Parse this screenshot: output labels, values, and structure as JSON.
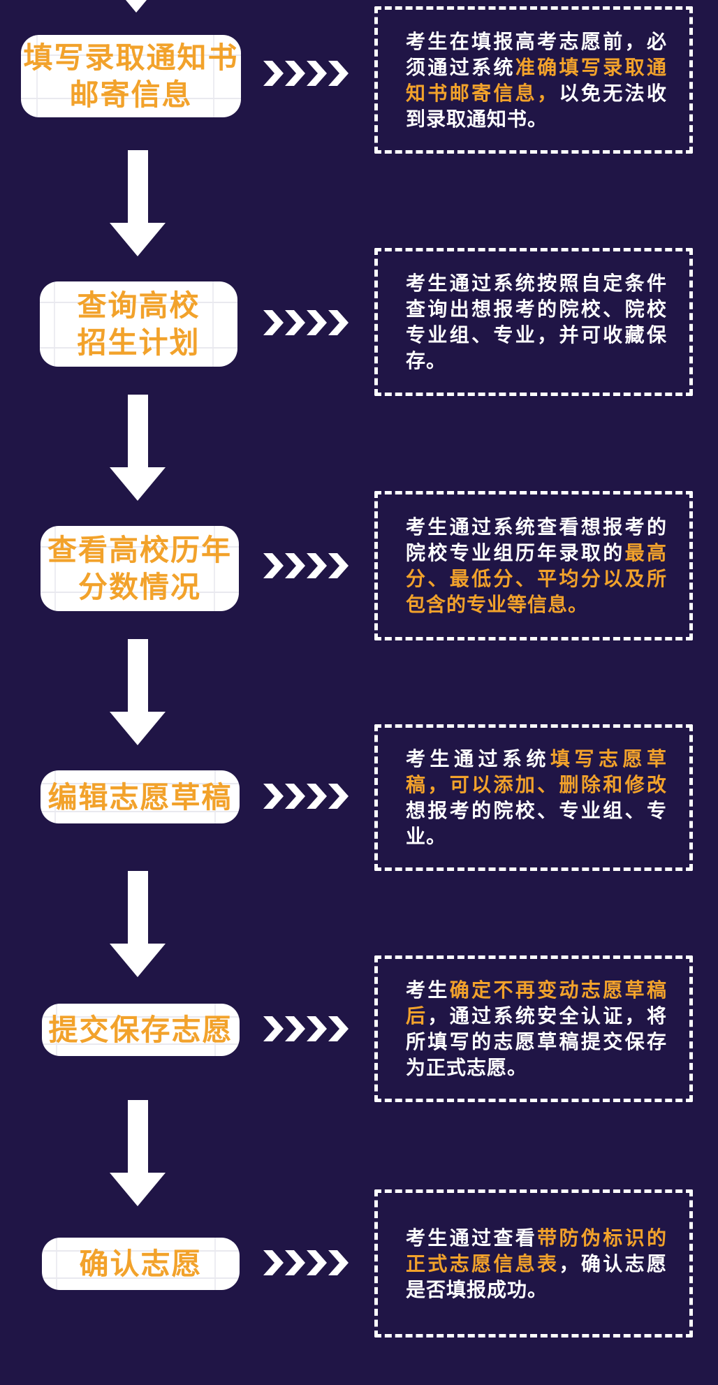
{
  "colors": {
    "background": "#201546",
    "accent_orange": "#F2A22B",
    "text_white": "#FFFFFF",
    "box_white": "#FFFFFF"
  },
  "icons": {
    "down_arrow": "down-arrow",
    "chevrons_right": "four right-pointing chevrons"
  },
  "flow": {
    "steps": [
      {
        "label": "填写录取通知书邮寄信息",
        "label_lines": [
          "填写录取通知书",
          "邮寄信息"
        ],
        "description_runs": [
          {
            "text": "考生在填报高考志愿前，必须通过系统",
            "color": "white"
          },
          {
            "text": "准确填写录取通知书邮寄信息，",
            "color": "orange"
          },
          {
            "text": "以免无法收到录取通知书。",
            "color": "white"
          }
        ]
      },
      {
        "label": "查询高校招生计划",
        "label_lines": [
          "查询高校",
          "招生计划"
        ],
        "description_runs": [
          {
            "text": "考生通过系统按照自定条件查询出想报考的院校、院校专业组、专业，并可收藏保存。",
            "color": "white"
          }
        ]
      },
      {
        "label": "查看高校历年分数情况",
        "label_lines": [
          "查看高校历年",
          "分数情况"
        ],
        "description_runs": [
          {
            "text": "考生通过系统查看想报考的院校专业组历年录取的",
            "color": "white"
          },
          {
            "text": "最高分、最低分、平均分以及所包含的专业等信息。",
            "color": "orange"
          }
        ]
      },
      {
        "label": "编辑志愿草稿",
        "label_lines": [
          "编辑志愿草稿"
        ],
        "description_runs": [
          {
            "text": "考生通过系统",
            "color": "white"
          },
          {
            "text": "填写志愿草稿，可以添加、删除和修改",
            "color": "orange"
          },
          {
            "text": "想报考的院校、专业组、专业。",
            "color": "white"
          }
        ]
      },
      {
        "label": "提交保存志愿",
        "label_lines": [
          "提交保存志愿"
        ],
        "description_runs": [
          {
            "text": "考生",
            "color": "white"
          },
          {
            "text": "确定不再变动志愿草稿后",
            "color": "orange"
          },
          {
            "text": "，通过系统安全认证，将所填写的志愿草稿提交保存为正式志愿。",
            "color": "white"
          }
        ]
      },
      {
        "label": "确认志愿",
        "label_lines": [
          "确认志愿"
        ],
        "description_runs": [
          {
            "text": "考生通过查看",
            "color": "white"
          },
          {
            "text": "带防伪标识的正式志愿信息表",
            "color": "orange"
          },
          {
            "text": "，确认志愿是否填报成功。",
            "color": "white"
          }
        ]
      }
    ]
  }
}
